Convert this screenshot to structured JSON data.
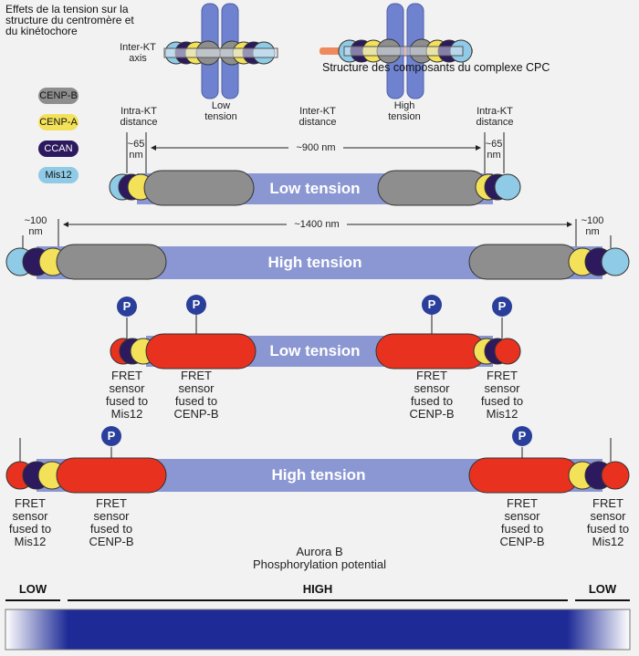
{
  "title": "Effets de la tension sur la structure du centromère et du kinétochore",
  "cpc_label": "Structure des composants du complexe CPC",
  "top": {
    "interkt_axis": "Inter-KT\naxis",
    "low_tension": "Low\ntension",
    "interkt_distance": "Inter-KT\ndistance",
    "high_tension": "High\ntension"
  },
  "legend": [
    {
      "label": "CENP-B",
      "color": "#8e8e8e"
    },
    {
      "label": "CENP-A",
      "color": "#f4e15a"
    },
    {
      "label": "CCAN",
      "color": "#2d1a5e"
    },
    {
      "label": "Mis12",
      "color": "#8fcbe6"
    }
  ],
  "distances": {
    "intra_kt": "Intra-KT\ndistance",
    "nm65": "~65\nnm",
    "nm900": "~900 nm",
    "nm100": "~100\nnm",
    "nm1400": "~1400 nm"
  },
  "bars": {
    "low": "Low tension",
    "high": "High tension"
  },
  "phospho_marker": "P",
  "fret": {
    "mis12": "FRET\nsensor\nfused to\nMis12",
    "cenpb": "FRET\nsensor\nfused to\nCENP-B"
  },
  "aurora": {
    "line1": "Aurora B",
    "line2": "Phosphorylation potential",
    "low": "LOW",
    "high": "HIGH"
  },
  "colors": {
    "bar": "#8b97d2",
    "cenpb": "#8e8e8e",
    "cenpa": "#f4e15a",
    "ccan": "#2d1a5e",
    "mis12": "#8fcbe6",
    "fret": "#e8321f",
    "phospho": "#2a3f9b",
    "gradient": "#1e2b96",
    "cpc_rod": "#f08a5d"
  }
}
